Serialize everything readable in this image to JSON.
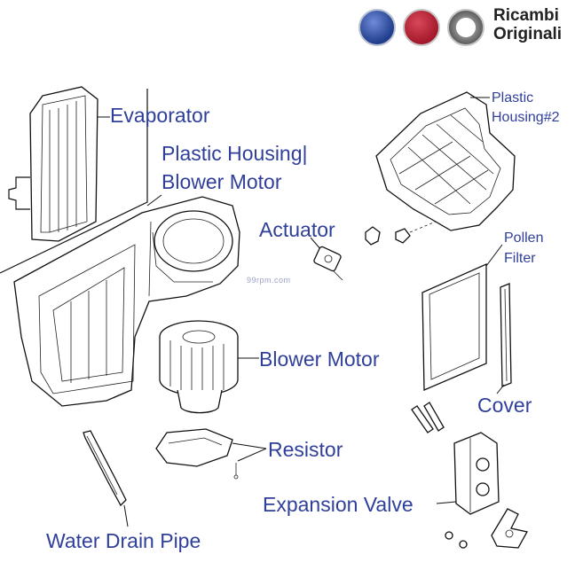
{
  "brand": {
    "line1": "Ricambi",
    "line2": "Originali",
    "logos": [
      {
        "name": "lancia-logo",
        "color": "#1f3d8c"
      },
      {
        "name": "fiat-logo",
        "color": "#a3182a"
      },
      {
        "name": "alfa-romeo-logo",
        "color": "#8a8a8a"
      }
    ]
  },
  "watermark": "99rpm.com",
  "label_color": "#2f3f9a",
  "labels": {
    "evaporator": "Evaporator",
    "plastic_housing_blower_line1": "Plastic Housing|",
    "plastic_housing_blower_line2": "Blower Motor",
    "actuator": "Actuator",
    "plastic_housing2_line1": "Plastic",
    "plastic_housing2_line2": "Housing#2",
    "pollen_filter_line1": "Pollen",
    "pollen_filter_line2": "Filter",
    "blower_motor": "Blower Motor",
    "cover": "Cover",
    "resistor": "Resistor",
    "expansion_valve": "Expansion Valve",
    "water_drain_pipe": "Water Drain Pipe"
  }
}
